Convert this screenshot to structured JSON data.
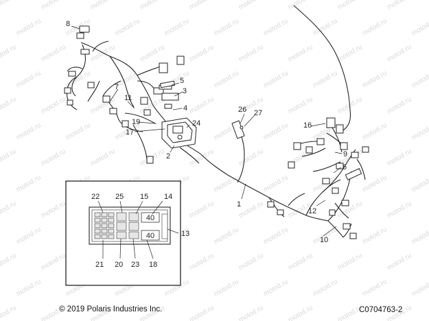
{
  "watermark": "motod.ru",
  "footer": {
    "copyright": "© 2019 Polaris Industries Inc.",
    "figure_id": "C0704763-2"
  },
  "callouts": {
    "c1": "1",
    "c2": "2",
    "c3": "3",
    "c4": "4",
    "c5": "5",
    "c6": "6",
    "c7": "7",
    "c8": "8",
    "c9": "9",
    "c10": "10",
    "c11": "11",
    "c12": "12",
    "c13": "13",
    "c14": "14",
    "c15": "15",
    "c16": "16",
    "c17": "17",
    "c18": "18",
    "c19": "19",
    "c20": "20",
    "c21": "21",
    "c22": "22",
    "c23": "23",
    "c24": "24",
    "c25": "25",
    "c26": "26",
    "c27": "27"
  },
  "fuse_box": {
    "fuse_value_top": "40",
    "fuse_value_bottom": "40"
  }
}
